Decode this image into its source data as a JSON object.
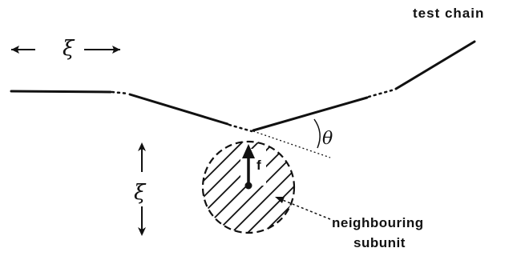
{
  "labels": {
    "test_chain": "test chain",
    "xi_horizontal": "ξ",
    "xi_vertical": "ξ",
    "theta": "θ",
    "force": "f",
    "neighbouring": "neighbouring",
    "subunit": "subunit"
  }
}
